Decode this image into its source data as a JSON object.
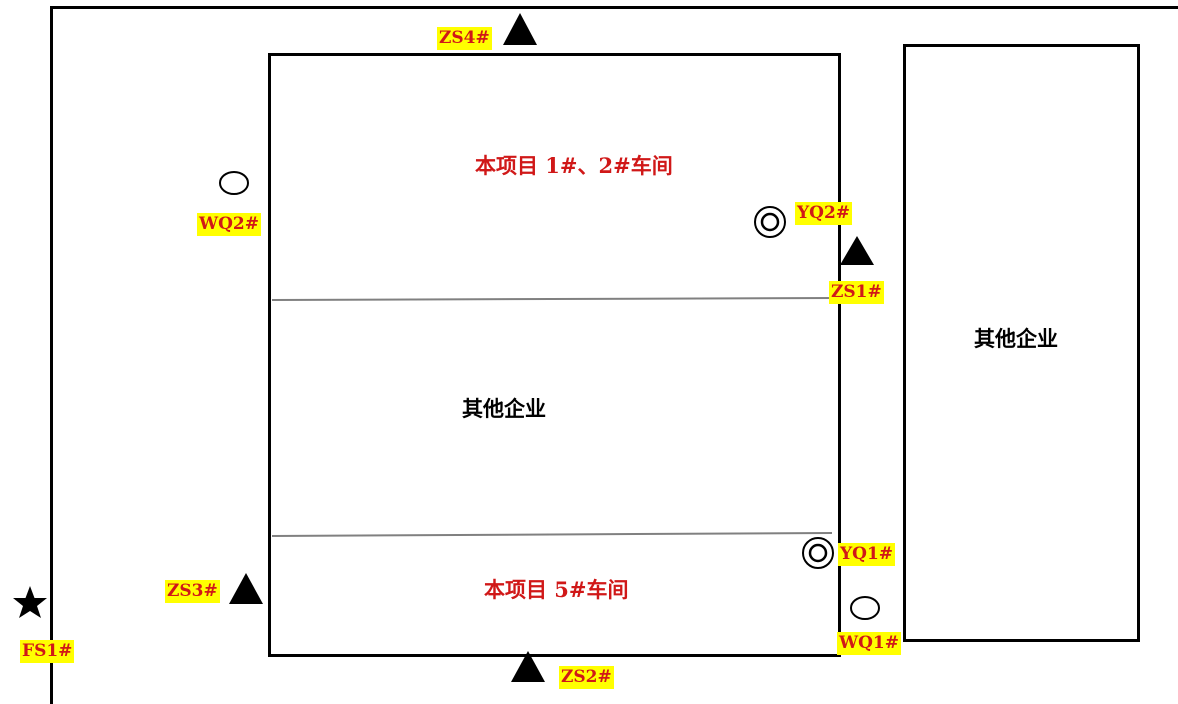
{
  "areas": {
    "project_1_2": "本项目 1#、2#车间",
    "other_middle": "其他企业",
    "project_5": "本项目 5#车间",
    "other_right": "其他企业"
  },
  "points": {
    "zs4": "ZS4#",
    "zs1": "ZS1#",
    "zs2": "ZS2#",
    "zs3": "ZS3#",
    "wq1": "WQ1#",
    "wq2": "WQ2#",
    "yq1": "YQ1#",
    "yq2": "YQ2#",
    "fs1": "FS1#"
  },
  "symbols": {
    "triangle": "filled-triangle-icon",
    "open_circle": "open-circle-icon",
    "double_circle": "double-circle-icon",
    "star": "filled-star-icon"
  },
  "colors": {
    "label_text": "#d01818",
    "label_highlight": "#ffff00",
    "divider": "#808080",
    "line": "#000000"
  }
}
